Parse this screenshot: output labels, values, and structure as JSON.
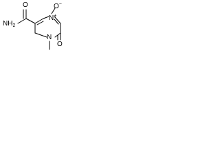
{
  "molecule": {
    "atoms": {
      "nh2": {
        "symbol": "NH",
        "subscript": "2"
      },
      "amide_o": {
        "symbol": "O"
      },
      "ring_n_oxide": {
        "symbol": "N",
        "superscript": "+"
      },
      "oxide_o": {
        "symbol": "O",
        "superscript": "−"
      },
      "ring_n_methyl": {
        "symbol": "N"
      },
      "carbonyl_o": {
        "symbol": "O"
      }
    }
  }
}
